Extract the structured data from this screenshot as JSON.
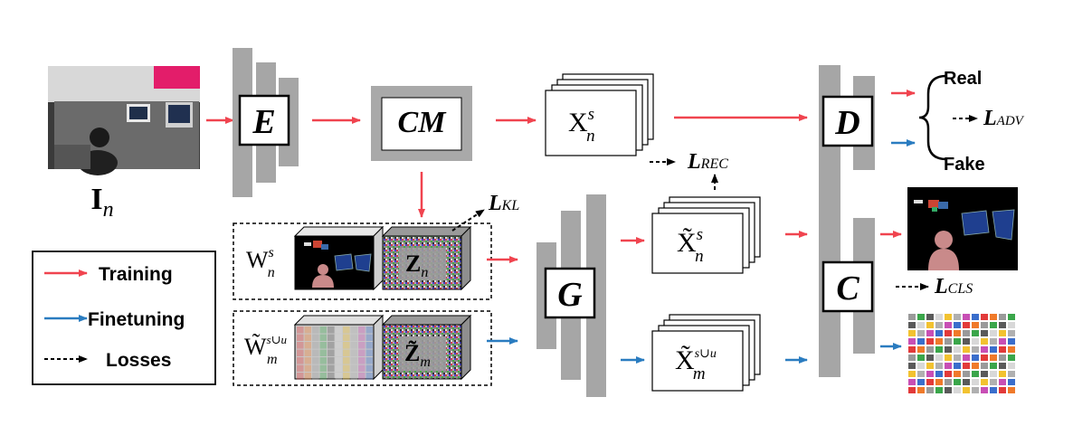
{
  "input": {
    "label_main": "I",
    "label_sub": "n"
  },
  "blocks": {
    "encoder": "E",
    "cm": "CM",
    "generator": "G",
    "discriminator": "D",
    "classifier": "C"
  },
  "features": {
    "xs": {
      "main": "X",
      "sup": "s",
      "sub": "n"
    },
    "xs_tilde": {
      "main": "X̃",
      "sup": "s",
      "sub": "n"
    },
    "xm_tilde": {
      "main": "X̃",
      "sup": "s∪u",
      "sub": "m"
    },
    "wn": {
      "main": "W",
      "sup": "s",
      "sub": "n"
    },
    "wm": {
      "main": "W̃",
      "sup": "s∪u",
      "sub": "m"
    },
    "zn": {
      "main": "Z",
      "sub": "n"
    },
    "zm": {
      "main": "Z̃",
      "sub": "m"
    }
  },
  "outputs": {
    "real": "Real",
    "fake": "Fake"
  },
  "losses": {
    "adv": {
      "main": "L",
      "sub": "ADV"
    },
    "rec": {
      "main": "L",
      "sub": "REC"
    },
    "kl": {
      "main": "L",
      "sub": "KL"
    },
    "cls": {
      "main": "L",
      "sub": "CLS"
    }
  },
  "legend": {
    "training": "Training",
    "finetuning": "Finetuning",
    "losses": "Losses"
  },
  "colors": {
    "training": "#f0444f",
    "finetuning": "#2a7cc0",
    "block_gray": "#a6a6a6",
    "cm_gray": "#a9a9a9",
    "seg_background": "#000000",
    "seg_person": "#c98a8a",
    "seg_object": "#1f3f8f"
  }
}
